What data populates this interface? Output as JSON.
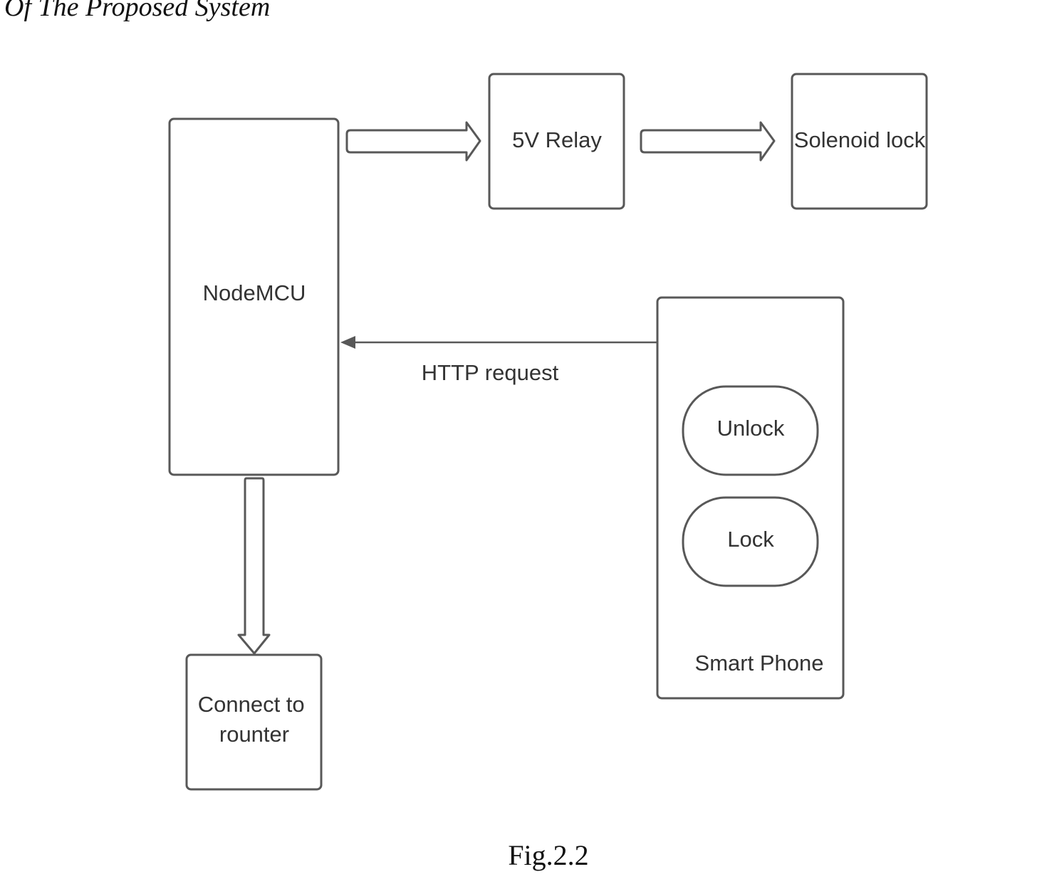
{
  "heading": "Of The Proposed System",
  "caption": "Fig.2.2",
  "nodes": {
    "nodemcu": "NodeMCU",
    "relay": "5V Relay",
    "solenoid": "Solenoid lock",
    "router_line1": "Connect to",
    "router_line2": "rounter",
    "smartphone": "Smart Phone",
    "unlock": "Unlock",
    "lock": "Lock"
  },
  "edges": {
    "http": "HTTP request"
  },
  "colors": {
    "stroke": "#585858",
    "text": "#333333"
  }
}
